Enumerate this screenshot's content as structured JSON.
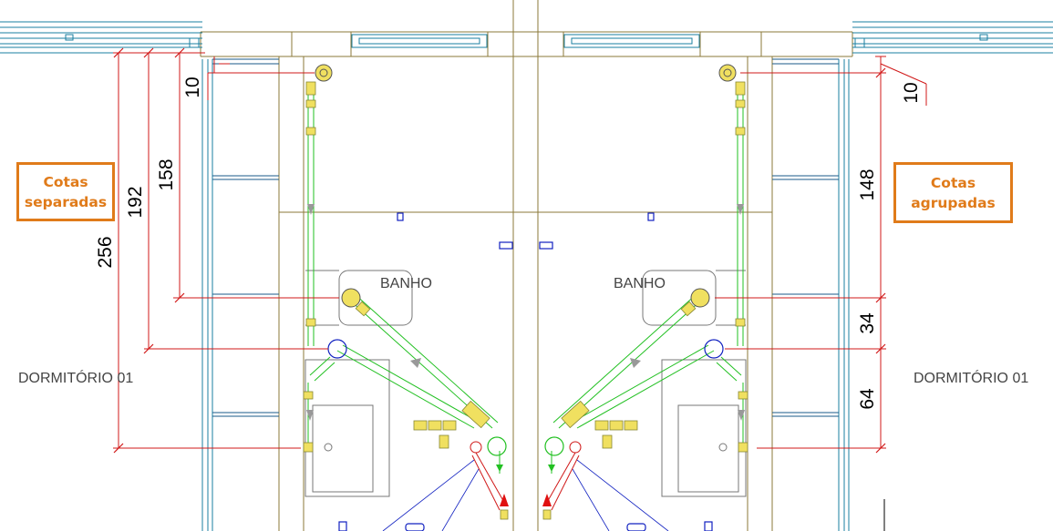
{
  "rooms": {
    "left_bedroom": "DORMITÓRIO 01",
    "right_bedroom": "DORMITÓRIO 01",
    "left_bath": "BANHO",
    "right_bath": "BANHO"
  },
  "callouts": {
    "separate": {
      "line1": "Cotas",
      "line2": "separadas"
    },
    "grouped": {
      "line1": "Cotas",
      "line2": "agrupadas"
    }
  },
  "dimensions": {
    "separate": [
      "10",
      "158",
      "192",
      "256"
    ],
    "grouped": [
      "10",
      "148",
      "34",
      "64"
    ]
  },
  "colors": {
    "wall": "#8b7a3a",
    "window": "#1a7fa0",
    "pipe_green": "#22c022",
    "fitting_yellow": "#f0e060",
    "dimension_red": "#d01818",
    "blue": "#1020c0",
    "callout_orange": "#e07b1a"
  }
}
